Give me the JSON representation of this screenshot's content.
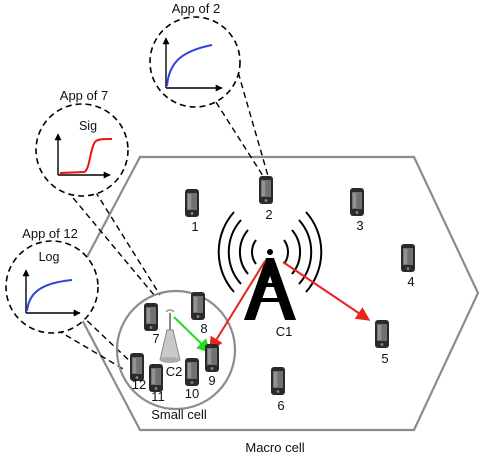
{
  "labels": {
    "macro_cell": "Macro cell",
    "small_cell": "Small cell",
    "c1": "C1",
    "c2": "C2"
  },
  "bubbles": {
    "app2": {
      "title": "App of 2",
      "inner": ""
    },
    "app7": {
      "title": "App of 7",
      "inner": "Sig"
    },
    "app12": {
      "title": "App of 12",
      "inner": "Log"
    }
  },
  "users": [
    "1",
    "2",
    "3",
    "4",
    "5",
    "6",
    "7",
    "8",
    "9",
    "10",
    "11",
    "12"
  ],
  "colors": {
    "hexagon": "#8c8c8c",
    "red_link": "#e8241c",
    "green_link": "#22dd22",
    "blue_curve": "#3344dd",
    "red_curve": "#ee1111"
  }
}
